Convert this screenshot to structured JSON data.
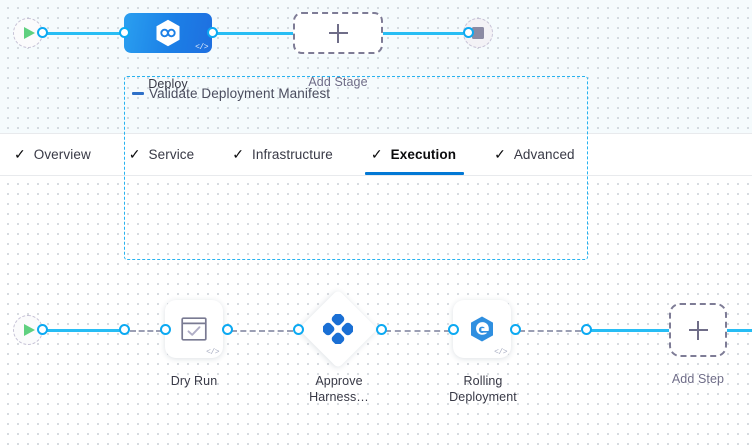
{
  "stage_canvas": {
    "start_node": {
      "icon": "play-icon"
    },
    "end_node": {
      "icon": "stop-icon"
    },
    "stages": [
      {
        "label": "Deploy",
        "icon": "harness-cd-hexagon-icon",
        "badge": "</>"
      }
    ],
    "add_stage": {
      "label": "Add Stage",
      "icon": "plus-icon"
    }
  },
  "tabs": [
    {
      "label": "Overview",
      "check": "✓",
      "active": false
    },
    {
      "label": "Service",
      "check": "✓",
      "active": false
    },
    {
      "label": "Infrastructure",
      "check": "✓",
      "active": false
    },
    {
      "label": "Execution",
      "check": "✓",
      "active": true
    },
    {
      "label": "Advanced",
      "check": "✓",
      "active": false
    }
  ],
  "step_canvas": {
    "start_node": {
      "icon": "play-icon"
    },
    "group": {
      "title": "Validate Deployment Manifest",
      "collapse_icon": "collapse-dash-icon"
    },
    "steps": [
      {
        "label": "Dry Run",
        "icon": "dry-run-window-check-icon",
        "badge": "</>",
        "shape": "rounded"
      },
      {
        "label": "Approve\nHarness…",
        "icon": "approval-clover-icon",
        "badge": "",
        "shape": "diamond"
      },
      {
        "label": "Rolling\nDeployment",
        "icon": "harness-rolling-icon",
        "badge": "</>",
        "shape": "rounded"
      }
    ],
    "add_step": {
      "label": "Add Step",
      "icon": "plus-icon"
    }
  },
  "colors": {
    "accent_blue": "#0278d5",
    "link_blue": "#27bdf4",
    "port_blue": "#0ba9f2",
    "group_border": "#26b3f0",
    "dashed_gray": "#9b9fb4",
    "text_dark": "#383946",
    "canvas_top_bg": "#f5fbfd",
    "canvas_bottom_bg": "#ffffff",
    "play_green": "#5fd07f",
    "stop_gray": "#8b8aa3"
  }
}
